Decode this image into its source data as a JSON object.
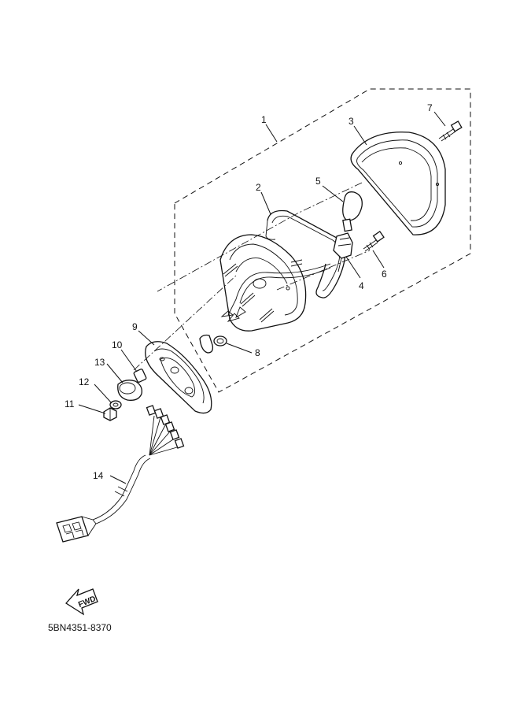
{
  "diagram": {
    "callouts": [
      "1",
      "2",
      "3",
      "4",
      "5",
      "6",
      "7",
      "8",
      "9",
      "10",
      "11",
      "12",
      "13",
      "14"
    ],
    "fwd_label": "FWD",
    "part_code": "5BN4351-8370"
  }
}
